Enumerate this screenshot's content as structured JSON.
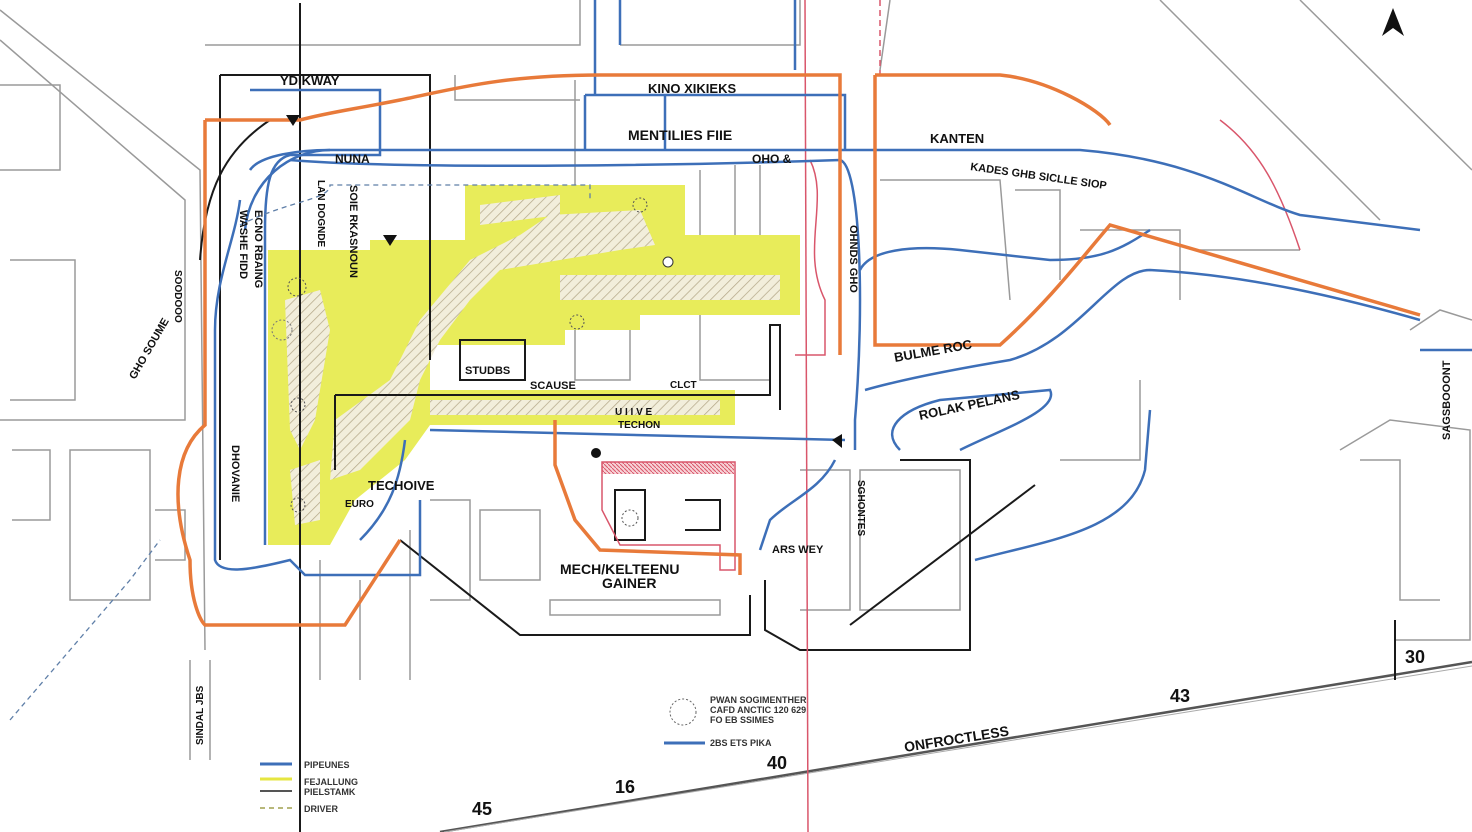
{
  "map": {
    "labels": {
      "ydikway": "YDIKWAY",
      "kino": "KINO XIKIEKS",
      "mentilies": "MENTILIES FIIE",
      "nuna": "NUNA",
      "oho": "OHO &",
      "kanten": "KANTEN",
      "kades": "KADES GHB SICLLE SIOP",
      "washe": "WASHE FIDD",
      "ecno": "ECNO RBAING",
      "lan": "LAN DOGNDE",
      "soie": "SOIE RKASNOUN",
      "ohnds": "OHNDS GHO",
      "gho_soume": "GHO SOUME",
      "soodo": "SOODOOO",
      "bulme": "BULME ROC",
      "rolak": "ROLAK PELANS",
      "studbs": "STUDBS",
      "scause": "SCAUSE",
      "clct": "CLCT",
      "tecon": "TECHON",
      "ulive": "U I I V E",
      "dhovanie": "DHOVANIE",
      "techoive": "TECHOIVE",
      "euro": "EURO",
      "mech1": "MECH/KELTEENU",
      "mech2": "GAINER",
      "arswey": "ARS WEY",
      "sghontes": "SGHONTES",
      "sagsboont": "SAGSBOOONT",
      "sindal": "SINDAL JBS",
      "onfroctless": "ONFROCTLESS"
    },
    "numbers": {
      "n30": "30",
      "n43": "43",
      "n40": "40",
      "n16": "16",
      "n45": "45"
    },
    "note": {
      "line1": "PWAN SOGIMENTHER",
      "line2": "CAFD ANCTIC 120 629",
      "line3": "FO EB SSIMES",
      "line4": "2BS ETS PIKA"
    },
    "legend": [
      {
        "label": "PIPEUNES",
        "color": "#3d6fb8"
      },
      {
        "label": "FEJALLUNG",
        "color": "#e6e640"
      },
      {
        "label": "PIELSTAMK",
        "color": "#555555"
      },
      {
        "label": "DRIVER",
        "color": "#b8b87a"
      }
    ],
    "colors": {
      "orange": "#e87a3a",
      "blue": "#3d6fb8",
      "yellow": "#e8ec5a",
      "red": "#d9566b"
    },
    "north_arrow": "north-arrow-icon"
  }
}
